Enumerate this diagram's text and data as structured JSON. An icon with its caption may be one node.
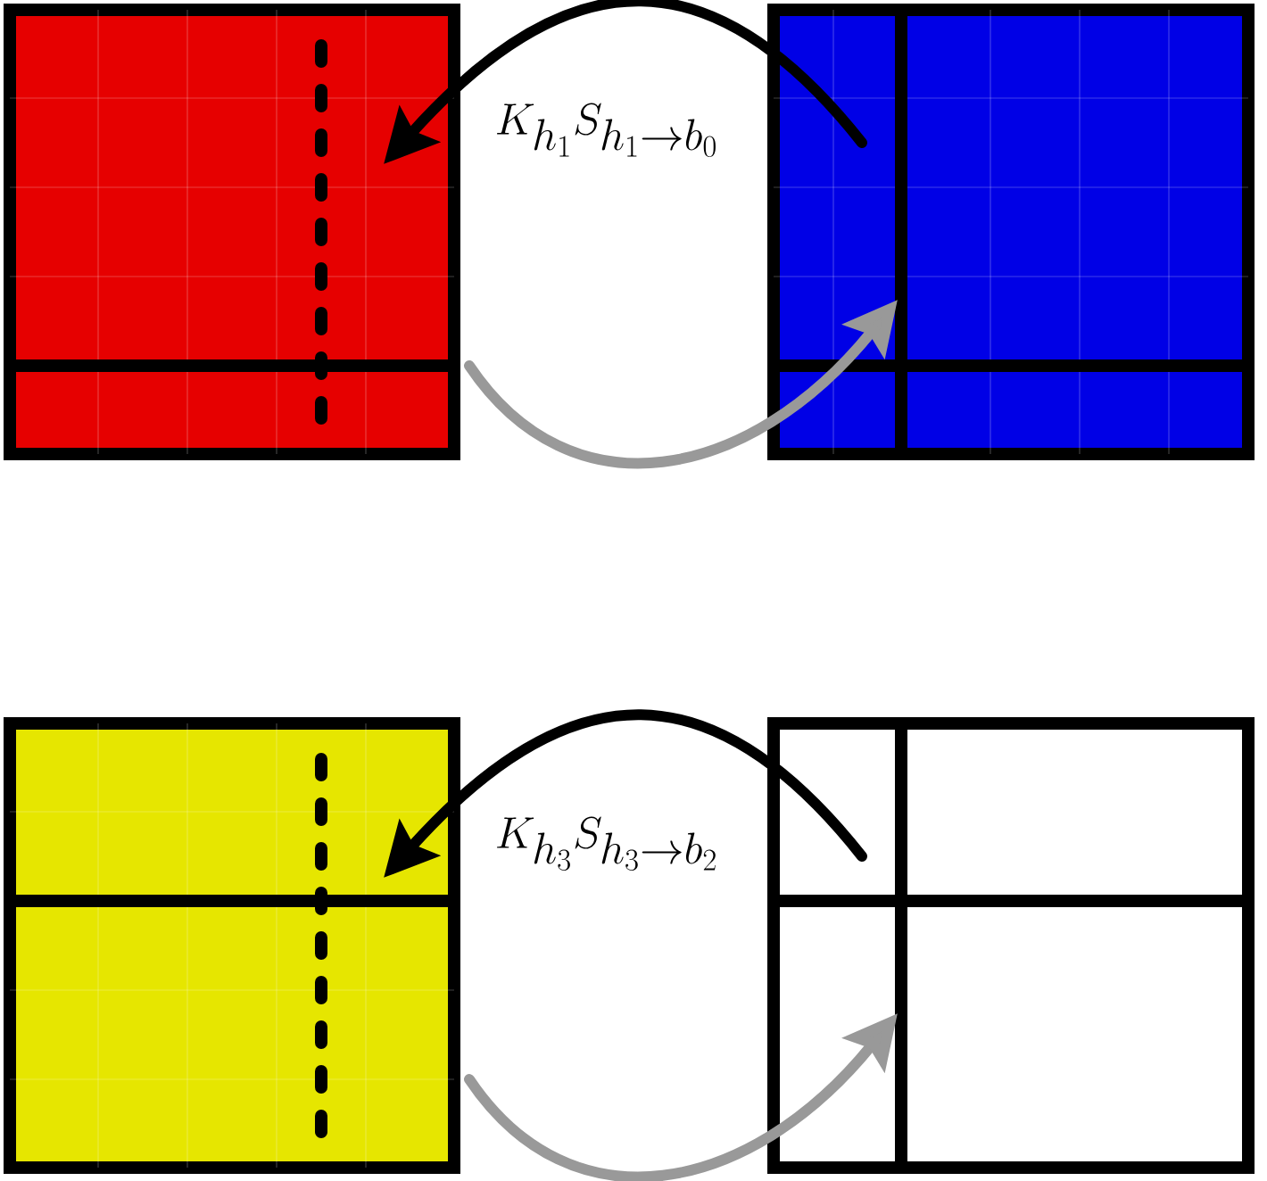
{
  "diagram": {
    "nodes": [
      {
        "text": [],
        "shape": "box"
      },
      {
        "text": [],
        "shape": "box"
      },
      {
        "text": [],
        "shape": "box"
      },
      {
        "text": [],
        "shape": "box"
      }
    ],
    "edges": [
      {
        "from": 1,
        "to": 0,
        "arrow": "to",
        "label": "K_{h_1}S_{h_1\\to b_0}"
      },
      {
        "from": 0,
        "to": 1,
        "arrow": "to",
        "color": "#999999"
      },
      {
        "from": 3,
        "to": 2,
        "arrow": "to",
        "label": "K_{h_3}S_{h_3\\to b_2}"
      },
      {
        "from": 2,
        "to": 3,
        "arrow": "to",
        "color": "#999999"
      }
    ]
  }
}
